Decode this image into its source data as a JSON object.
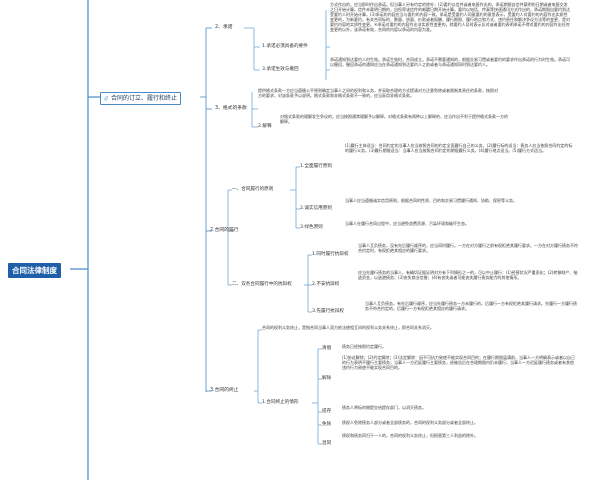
{
  "root": {
    "label": "合同法律制度"
  },
  "branches": [
    {
      "label": "合同的订立、履行和终止",
      "children": [
        {
          "label": "2、承诺",
          "children": [
            {
              "label": "1.承诺必须具备的要件",
              "text": "方式作出的，应当即时作出承诺。但当事人另有约定的除外；(2)要约以信件或者电报作出的，承诺期限自信件载明的日期或者电报交发之日开始计算。信件未载明日期的，自投寄该信件的邮戳日期开始计算。要约以电话、传真等快速通讯方式作出的，承诺期限自要约到达受要约人时开始计算。(3)承诺的内容应当与要约的内容一致。承诺是受要约人同意要约的意思表示，受要约人对要约的内容作出实质性变更的，为新要约。有关合同标的、数量、质量、价款或者报酬、履行期限、履行地点和方式、违约责任和解决争议方法等的变更，是对要约内容的实质性变更。④承诺对要约的内容作出非实质性变更的，除要约人及时表示反对或者要约表明承诺不得对要约的内容作出任何变更的以外，该承诺有效，合同的内容以承诺的内容为准。"
            },
            {
              "label": "3.承诺生效与撤回",
              "text": "承诺通知到达要约人时生效。承诺生效时，合同成立。承诺不需要通知的，根据交易习惯或者要约的要求作出承诺的行为时生效。承诺可以撤回，撤回承诺的通知应当在承诺通知到达要约人之前或者与承诺通知同时到达要约人。"
            }
          ]
        },
        {
          "label": "3、格式的条款",
          "children": [
            {
              "label": "",
              "text": "提供格式条款一方应当遵循公平原则确定当事人之间的权利和义务，并采取合理的方式提请对方注意免除或者限制其责任的条款，按照对方的要求，对该条款予以说明。格式条款和非格式条款不一致的，应当采用非格式条款。"
            },
            {
              "label": "2.解释",
              "text": "对格式条款的理解发生争议的，应当按照通常理解予以解释。对格式条款有两种以上解释的，应当作出不利于提供格式条款一方的解释。"
            }
          ]
        },
        {
          "label": "2.合同的履行",
          "children": [
            {
              "label": "一、合同履行的原则",
              "children": [
                {
                  "label": "1.全面履行原则",
                  "text": "(1)履行主体适当：合同约定的当事人应当按照合同的约定全面履行自己的义务。(2)履行标的适当：债务人应当依照合同约定的标的履行义务。(3)履行期限适当：当事人应当按照合同约定的期限履行义务。(4)履行地点适当。(5)履行方式适当。"
                },
                {
                  "label": "2.诚实信用原则",
                  "text": "当事人应当遵循诚实信用原则，根据合同的性质、目的和交易习惯履行通知、协助、保密等义务。"
                },
                {
                  "label": "3.绿色原则",
                  "text": "当事人在履行合同过程中，应当避免浪费资源、污染环境和破坏生态。"
                }
              ]
            },
            {
              "label": "二、双务合同履行中的抗辩权",
              "children": [
                {
                  "label": "1.同时履行抗辩权",
                  "text": "当事人互负债务，没有先后履行顺序的，应当同时履行。一方在对方履行之前有权拒绝其履行要求。一方在对方履行债务不符合约定时，有权拒绝其相应的履行要求。"
                },
                {
                  "label": "2.不安抗辩权",
                  "text": "应当先履行债务的当事人，有确切证据证明对方有下列情形之一的，可以中止履行：(1)经营状况严重恶化；(2)转移财产、抽逃资金，以逃避债务；(3)丧失商业信誉；(4)有丧失或者可能丧失履行债务能力的其他情形。"
                },
                {
                  "label": "3.先履行抗辩权",
                  "text": "当事人互负债务，有先后履行顺序，应当先履行债务一方未履行的，后履行一方有权拒绝其履行请求。先履行一方履行债务不符合约定的，后履行一方有权拒绝其相应的履行请求。"
                }
              ]
            }
          ]
        },
        {
          "label": "3.合同的终止",
          "children": [
            {
              "label": "",
              "text": "合同的权利义务终止，是指合同当事人双方依法使相互间的权利义务关系终止，即合同关系消灭。"
            },
            {
              "label": "1.合同终止的情形",
              "children": [
                {
                  "label": "清偿",
                  "text": "债务已经按照约定履行。"
                },
                {
                  "label": "解除",
                  "text": "(1)协议解除；(2)约定解除；(3)法定解除：因不可抗力致使不能实现合同目的；在履行期限届满前，当事人一方明确表示或者以自己的行为表明不履行主要债务；当事人一方迟延履行主要债务，经催告后在合理期限内仍未履行；当事人一方迟延履行债务或者有其他违约行为致使不能实现合同目的。"
                },
                {
                  "label": "提存",
                  "text": "债务人将标的物提交给提存部门，以消灭债务。"
                },
                {
                  "label": "免除",
                  "text": "债权人免除债务人部分或者全部债务的，合同的权利义务部分或者全部终止。"
                },
                {
                  "label": "混同",
                  "text": "债权和债务同归于一人的，合同的权利义务终止，但损害第三人利益的除外。"
                }
              ]
            }
          ]
        }
      ]
    }
  ]
}
